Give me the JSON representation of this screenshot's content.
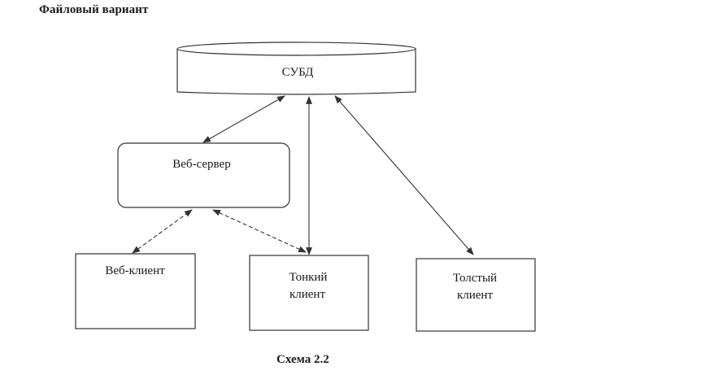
{
  "heading": "Файловый вариант",
  "caption": "Схема 2.2",
  "nodes": {
    "dbms": "СУБД",
    "web_server": "Веб-сервер",
    "web_client": "Веб-клиент",
    "thin_client": {
      "line1": "Тонкий",
      "line2": "клиент"
    },
    "thick_client": {
      "line1": "Толстый",
      "line2": "клиент"
    }
  },
  "connections": [
    {
      "from": "web_server",
      "to": "dbms",
      "style": "solid",
      "arrows": "both"
    },
    {
      "from": "thin_client",
      "to": "dbms",
      "style": "solid",
      "arrows": "both"
    },
    {
      "from": "thick_client",
      "to": "dbms",
      "style": "solid",
      "arrows": "both"
    },
    {
      "from": "web_client",
      "to": "web_server",
      "style": "dashed",
      "arrows": "both"
    },
    {
      "from": "thin_client",
      "to": "web_server",
      "style": "dashed",
      "arrows": "both"
    }
  ]
}
